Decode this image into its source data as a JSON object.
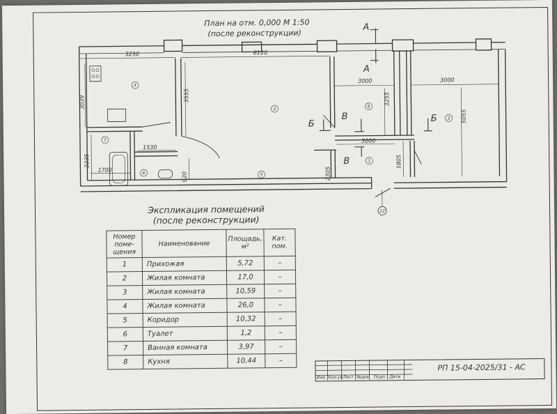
{
  "plan": {
    "title": "План на отм. 0,000 М 1:50",
    "subtitle": "(после реконструкции)",
    "dims": {
      "d3250": "3250",
      "d6120": "6120",
      "d3000a": "3000",
      "d3000b": "3000",
      "d3000c": "3000",
      "d3039": "3039",
      "d3555": "3555",
      "d3255": "3255",
      "d5055": "5055",
      "d1530": "1530",
      "d1700": "1700",
      "d2235": "2235",
      "d920": "920",
      "d2305": "2305",
      "d1805": "1805"
    },
    "sections": {
      "a": "А",
      "b": "Б",
      "v": "В"
    },
    "rooms": [
      "1",
      "2",
      "3",
      "4",
      "5",
      "6",
      "7",
      "8"
    ],
    "axis": "12"
  },
  "explication": {
    "title": "Экспликация помещений",
    "subtitle": "(после реконструкции)",
    "headers": {
      "number": "Номер поме- щения",
      "name": "Наименование",
      "area": "Площадь, м²",
      "cat": "Кат. пом."
    },
    "rows": [
      {
        "num": "1",
        "name": "Прихожая",
        "area": "5,72",
        "cat": "–"
      },
      {
        "num": "2",
        "name": "Жилая комната",
        "area": "17,0",
        "cat": "–"
      },
      {
        "num": "3",
        "name": "Жилая комната",
        "area": "10,59",
        "cat": "–"
      },
      {
        "num": "4",
        "name": "Жилая комната",
        "area": "26,0",
        "cat": "–"
      },
      {
        "num": "5",
        "name": "Коридор",
        "area": "10,32",
        "cat": "–"
      },
      {
        "num": "6",
        "name": "Туалет",
        "area": "1,2",
        "cat": "–"
      },
      {
        "num": "7",
        "name": "Ванная комната",
        "area": "3,97",
        "cat": "–"
      },
      {
        "num": "8",
        "name": "Кухня",
        "area": "10,44",
        "cat": "–"
      }
    ]
  },
  "stamp": {
    "cells": [
      "Изм.",
      "Кол.уч",
      "Лист",
      "№док",
      "Подп.",
      "Дата"
    ],
    "code": "РП 15-04-2025/31 - АС"
  }
}
